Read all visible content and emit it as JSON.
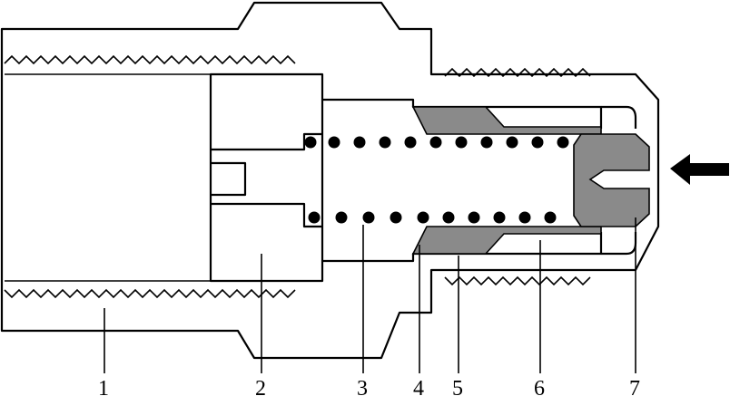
{
  "labels": [
    "1",
    "2",
    "3",
    "4",
    "5",
    "6",
    "7"
  ],
  "colors": {
    "line": "#000000",
    "part_fill": "#8a8a8a",
    "background": "#ffffff"
  },
  "icons": {
    "flow": "arrow-left-icon"
  }
}
